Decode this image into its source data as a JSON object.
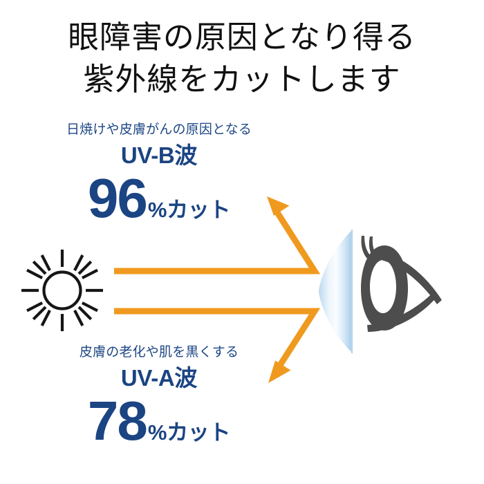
{
  "headline": {
    "line1": "眼障害の原因となり得る",
    "line2": "紫外線をカットします"
  },
  "uv_b": {
    "caption": "日焼けや皮膚がんの原因となる",
    "name": "UV-B波",
    "number": "96",
    "unit": "%カット"
  },
  "uv_a": {
    "caption": "皮膚の老化や肌を黒くする",
    "name": "UV-A波",
    "number": "78",
    "unit": "%カット"
  },
  "icons": {
    "sun": "sun-icon",
    "lens": "contact-lens-icon",
    "eye": "eye-side-profile-icon",
    "ray_up": "uv-b-reflected-ray-arrow",
    "ray_down": "uv-a-reflected-ray-arrow"
  },
  "colors": {
    "headline_text": "#111111",
    "navy": "#1b4483",
    "navy_caption": "#1e4785",
    "orange": "#ef9a1e",
    "eye_gray": "#4d4d4d",
    "lens_blue": "#a8cdea",
    "background": "#ffffff"
  }
}
